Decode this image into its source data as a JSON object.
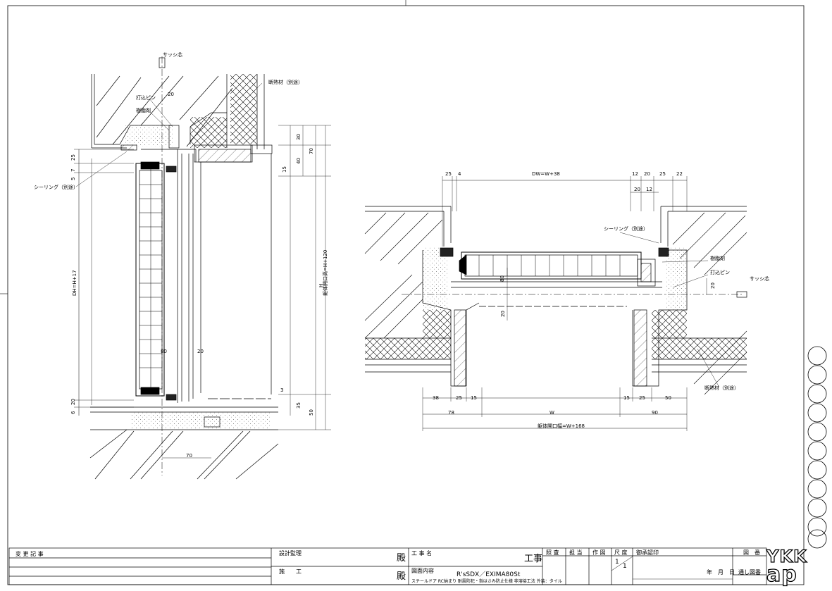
{
  "elevation_view": {
    "labels": {
      "sash_stopper": "サッシ芯",
      "anchor_pin": "打込ピン",
      "resin": "樹脂剤",
      "insulation": "断熱材（別途）",
      "sealing": "シーリング（別途）"
    },
    "dims": {
      "d20_top": "20",
      "d25": "25",
      "d7": "7",
      "d5": "5",
      "d30": "30",
      "d70": "70",
      "d40": "40",
      "d15": "15",
      "dh_h17": "DH=H+17",
      "h": "H",
      "opening_h": "躯体開口高=H+120",
      "d80": "80",
      "d20_mid": "20",
      "d3": "3",
      "d20_bot": "20",
      "d6": "6",
      "d35": "35",
      "d50": "50",
      "d70_bot": "70"
    }
  },
  "plan_view": {
    "labels": {
      "sealing": "シーリング（別途）",
      "resin": "樹脂剤",
      "anchor_pin": "打込ピン",
      "sash_stopper": "サッシ芯",
      "insulation": "断熱材（別途）"
    },
    "dims": {
      "top_25": "25",
      "top_4": "4",
      "dw": "DW=W+38",
      "top_12a": "12",
      "top_20a": "20",
      "top_25b": "25",
      "top_22": "22",
      "top_20b": "20",
      "top_12b": "12",
      "d80": "80",
      "d20_r": "20",
      "d20_c": "20",
      "b_38": "38",
      "b_25": "25",
      "b_15": "15",
      "b_15r": "15",
      "b_25r": "25",
      "b_50": "50",
      "b_78": "78",
      "w": "W",
      "b_90": "90",
      "opening_w": "躯体開口幅=W+168"
    }
  },
  "title_block": {
    "change_record": "変 更 記 事",
    "design_supervision": "設計監理",
    "construction": "施　　工",
    "sama1": "殿",
    "sama2": "殿",
    "project_name_label": "工 事 名",
    "project_suffix": "工事",
    "drawing_content_label": "図面内容",
    "product": "R'sSDX／EXIMA80St",
    "description": "スチールドア RC納まり 耐震防犯・指はさみ防止仕様 非溶接工法 外装：タイル",
    "check": "照 査",
    "charge": "担 当",
    "drafting": "作 図",
    "scale_label": "尺 度",
    "scale_num": "1",
    "scale_den": "1",
    "approval": "御承認印",
    "drawing_no_label": "図　番",
    "date": "年　月　日",
    "serial_label": "通し図番",
    "logo_top": "YKK",
    "logo_bottom": "ap"
  }
}
